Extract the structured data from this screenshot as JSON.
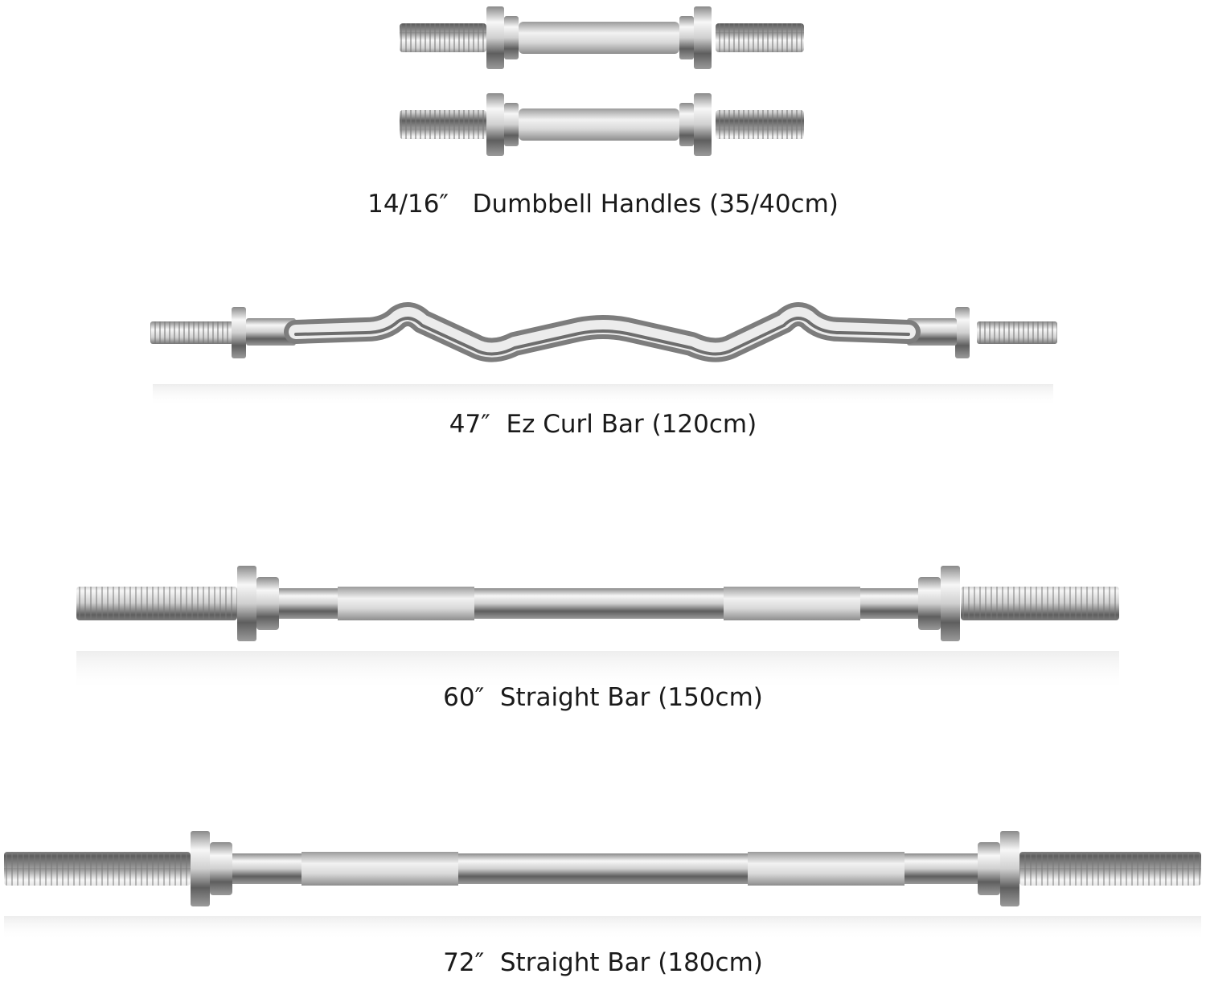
{
  "products": [
    {
      "id": "dumbbell-handles",
      "label": "14/16″   Dumbbell Handles (35/40cm)"
    },
    {
      "id": "ez-curl-bar",
      "label": "47″  Ez Curl Bar (120cm)"
    },
    {
      "id": "straight-bar-60",
      "label": "60″  Straight Bar (150cm)"
    },
    {
      "id": "straight-bar-72",
      "label": "72″  Straight Bar (180cm)"
    }
  ],
  "colors": {
    "background": "#ffffff",
    "chrome_light": "#f4f4f4",
    "chrome_mid": "#c9c9c9",
    "chrome_dark": "#6e6e6e",
    "text": "#1a1a1a"
  }
}
